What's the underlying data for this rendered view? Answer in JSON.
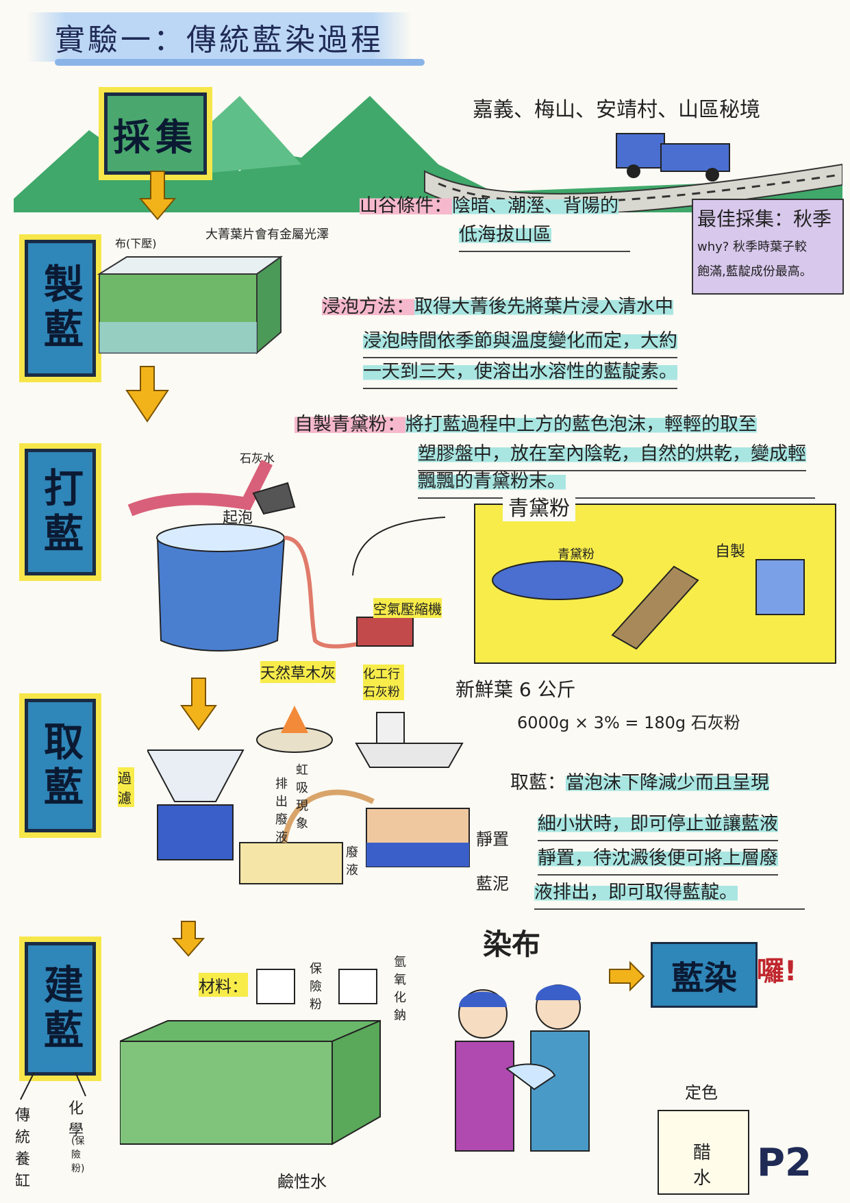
{
  "title": "實驗一：傳統藍染過程",
  "location": "嘉義、梅山、安靖村、山區秘境",
  "steps": {
    "collect": "採集",
    "make": "製藍",
    "beat": "打藍",
    "extract": "取藍",
    "build": "建藍"
  },
  "build_branches": {
    "traditional": "傳統養缸",
    "chemical": "化學",
    "chemical_note": "(保險粉)"
  },
  "valley": {
    "label": "山谷條件：",
    "line1": "陰暗、潮溼、背陽的",
    "line2": "低海拔山區"
  },
  "best_collect": {
    "line1": "最佳採集：秋季",
    "line2": "why?  秋季時葉子較",
    "line3": "飽滿,藍靛成份最高。"
  },
  "soak": {
    "label": "浸泡方法：",
    "line1": "取得大菁後先將葉片浸入清水中",
    "line2": "浸泡時間依季節與溫度變化而定，大約",
    "line3": "一天到三天，使溶出水溶性的藍靛素。"
  },
  "tank_labels": {
    "cloth": "布(下壓)",
    "leaves": "大菁葉片會有金屬光澤"
  },
  "powder": {
    "label": "自製青黛粉：",
    "line1": "將打藍過程中上方的藍色泡沫，輕輕的取至",
    "line2": "塑膠盤中，放在室內陰乾，自然的烘乾，變成輕",
    "line3": "飄飄的青黛粉末。"
  },
  "powder_box": {
    "title": "青黛粉",
    "dish_label": "青黛粉",
    "jar_label": "自製"
  },
  "beat_labels": {
    "lime_water": "石灰水",
    "foam": "起泡",
    "compressor": "空氣壓縮機",
    "ash": "天然草木灰",
    "chem_lime": "化工行石灰粉"
  },
  "formula": {
    "line1": "新鮮葉 6 公斤",
    "line2": "6000g × 3% = 180g 石灰粉"
  },
  "extract_labels": {
    "filter": "過濾",
    "siphon": "虹吸現象",
    "drain": "排出廢液",
    "settle": "靜置",
    "waste": "廢液",
    "mud": "藍泥"
  },
  "extract_text": {
    "label": "取藍：",
    "line1": "當泡沫下降減少而且呈現",
    "line2": "細小狀時，即可停止並讓藍液",
    "line3": "靜置，待沈澱後便可將上層廢",
    "line4": "液排出，即可取得藍靛。"
  },
  "build_labels": {
    "materials": "材料：",
    "insurance": "保險粉",
    "naoh": "氫氧化鈉",
    "alkaline": "鹼性水"
  },
  "dye": {
    "title": "染布",
    "result": "藍染",
    "exclaim": "囉!",
    "fix": "定色",
    "vinegar": "醋水"
  },
  "page_number": "P2",
  "colors": {
    "step_blue": "#2f86b8",
    "highlight_yellow": "#f7e64a",
    "pink": "#f6b8cc",
    "cyan": "#a9e6e2",
    "mountain": "#3fa86a",
    "indigo": "#3a5fc8"
  }
}
